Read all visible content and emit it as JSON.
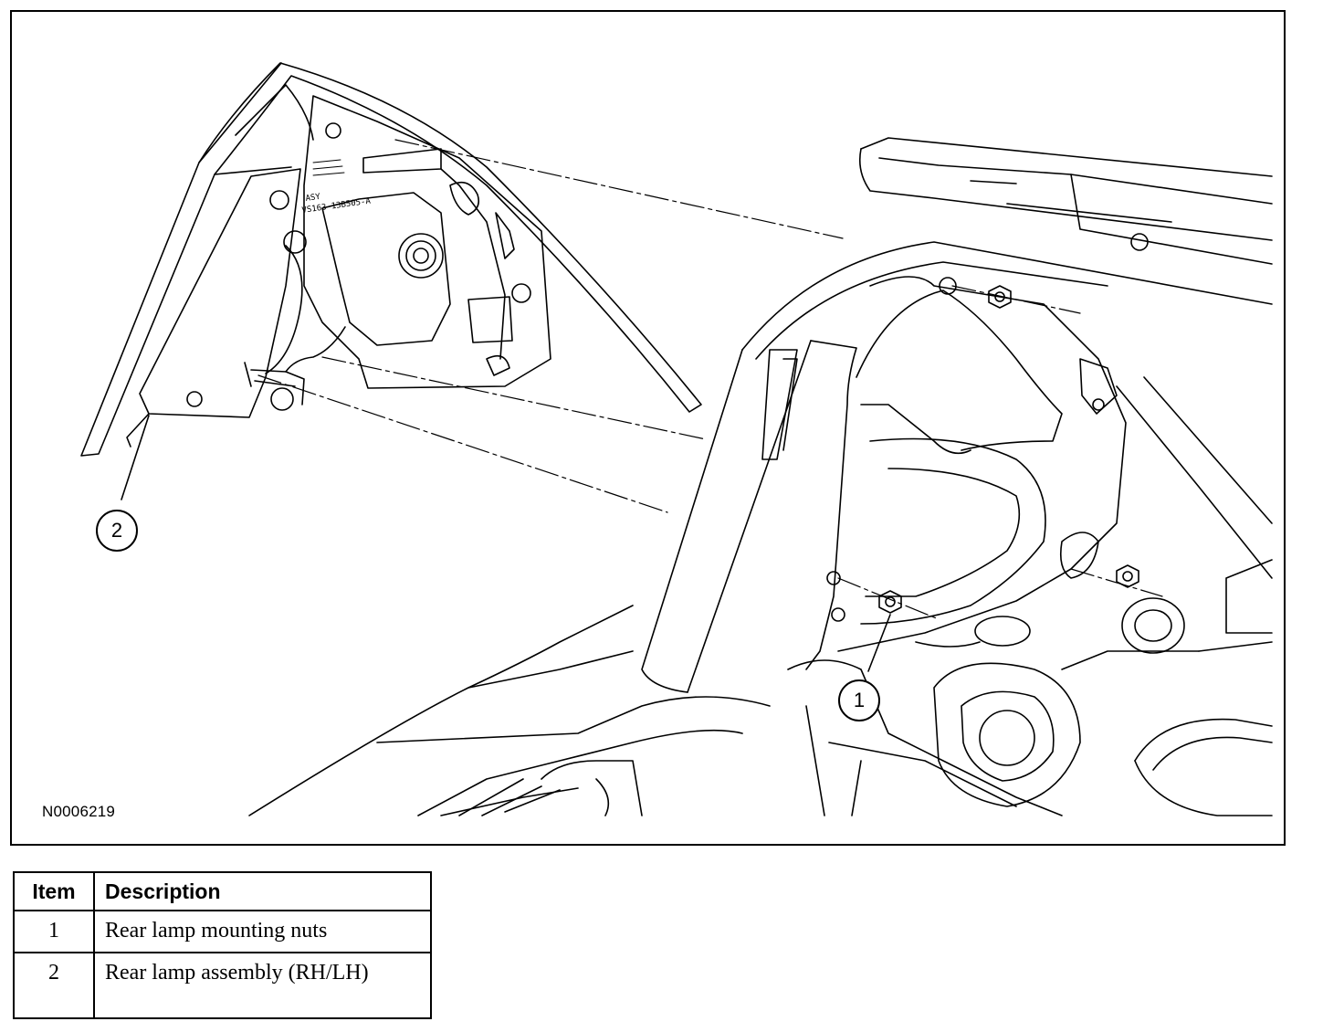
{
  "figure": {
    "id": "N0006219",
    "lamp_label_lines": [
      "ASY",
      "VS163-13B505-A"
    ],
    "callouts": [
      "1",
      "2"
    ]
  },
  "legend": {
    "headers": {
      "item": "Item",
      "description": "Description"
    },
    "rows": [
      {
        "item": "1",
        "description": "Rear lamp mounting nuts"
      },
      {
        "item": "2",
        "description": "Rear lamp assembly (RH/LH)"
      }
    ]
  }
}
